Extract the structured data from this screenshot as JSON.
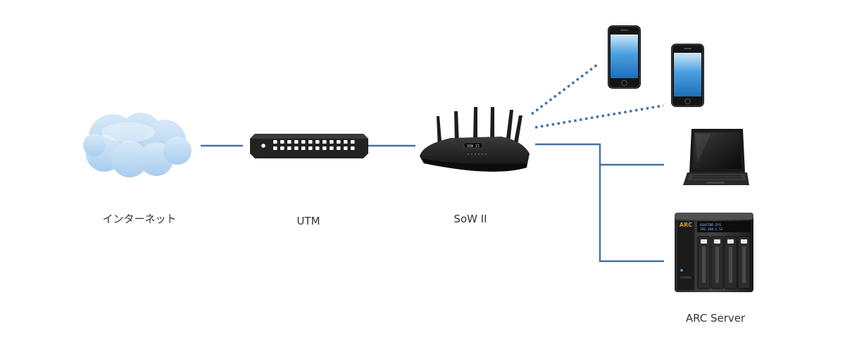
{
  "nodes": {
    "internet": {
      "label": "インターネット",
      "icon": "cloud-icon"
    },
    "utm": {
      "label": "UTM",
      "icon": "switch-icon"
    },
    "router": {
      "label": "SoW II",
      "icon": "wifi-router-icon"
    },
    "smartphone_1": {
      "icon": "smartphone-icon"
    },
    "smartphone_2": {
      "icon": "smartphone-icon"
    },
    "laptop": {
      "icon": "laptop-icon"
    },
    "server": {
      "label": "ARC Server",
      "icon": "nas-server-icon",
      "brand": "ARC"
    }
  },
  "links": [
    {
      "from": "internet",
      "to": "utm",
      "style": "solid"
    },
    {
      "from": "utm",
      "to": "router",
      "style": "solid"
    },
    {
      "from": "router",
      "to": "smartphone_1",
      "style": "dotted"
    },
    {
      "from": "router",
      "to": "smartphone_2",
      "style": "dotted"
    },
    {
      "from": "router",
      "to": "laptop",
      "style": "solid"
    },
    {
      "from": "router",
      "to": "server",
      "style": "solid"
    }
  ],
  "colors": {
    "link": "#4472a8",
    "cloud": "#bcd9f2",
    "device": "#1f1f1f",
    "screen": "#5aa9e3"
  }
}
